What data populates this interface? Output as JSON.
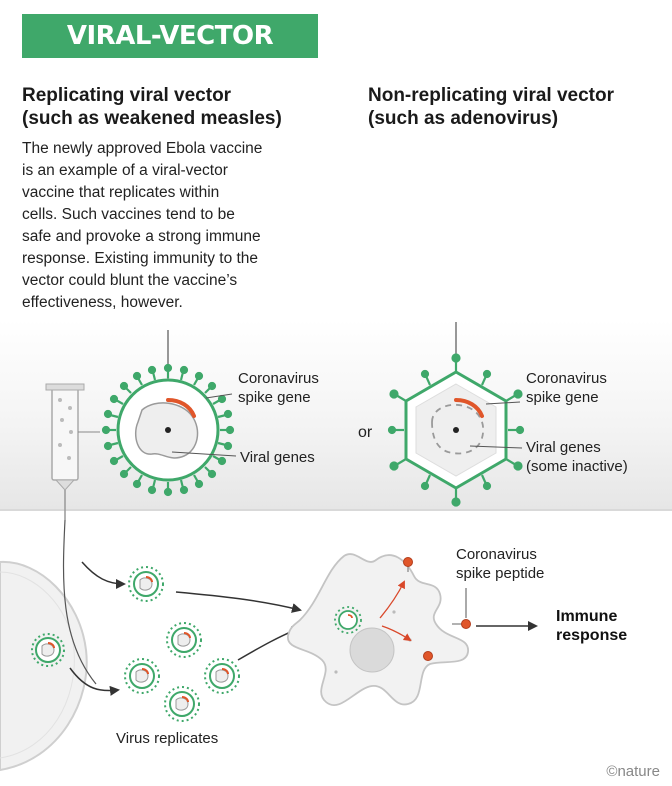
{
  "title": "VIRAL-VECTOR VACCINES",
  "left_heading": {
    "line1": "Replicating viral vector",
    "line2": "(such as weakened measles)"
  },
  "right_heading": {
    "line1": "Non-replicating viral vector",
    "line2": "(such as adenovirus)"
  },
  "description_lines": [
    "The newly approved Ebola vaccine",
    "is an example of a viral-vector",
    "vaccine that replicates within",
    "cells. Such vaccines tend to be",
    "safe and provoke a strong immune",
    "response. Existing immunity to the",
    "vector could blunt the vaccine’s",
    "effectiveness, however."
  ],
  "left_labels": {
    "spike_line1": "Coronavirus",
    "spike_line2": "spike gene",
    "viral_genes": "Viral genes"
  },
  "or_text": "or",
  "right_labels": {
    "spike_line1": "Coronavirus",
    "spike_line2": "spike gene",
    "viral_genes_line1": "Viral genes",
    "viral_genes_line2": "(some inactive)"
  },
  "bottom_labels": {
    "peptide_line1": "Coronavirus",
    "peptide_line2": "spike peptide",
    "immune_line1": "Immune",
    "immune_line2": "response",
    "virus_replicates": "Virus replicates"
  },
  "credit": "©nature",
  "colors": {
    "green": "#3fa86a",
    "orange": "#e0562a",
    "gray": "#8a8a8a"
  }
}
